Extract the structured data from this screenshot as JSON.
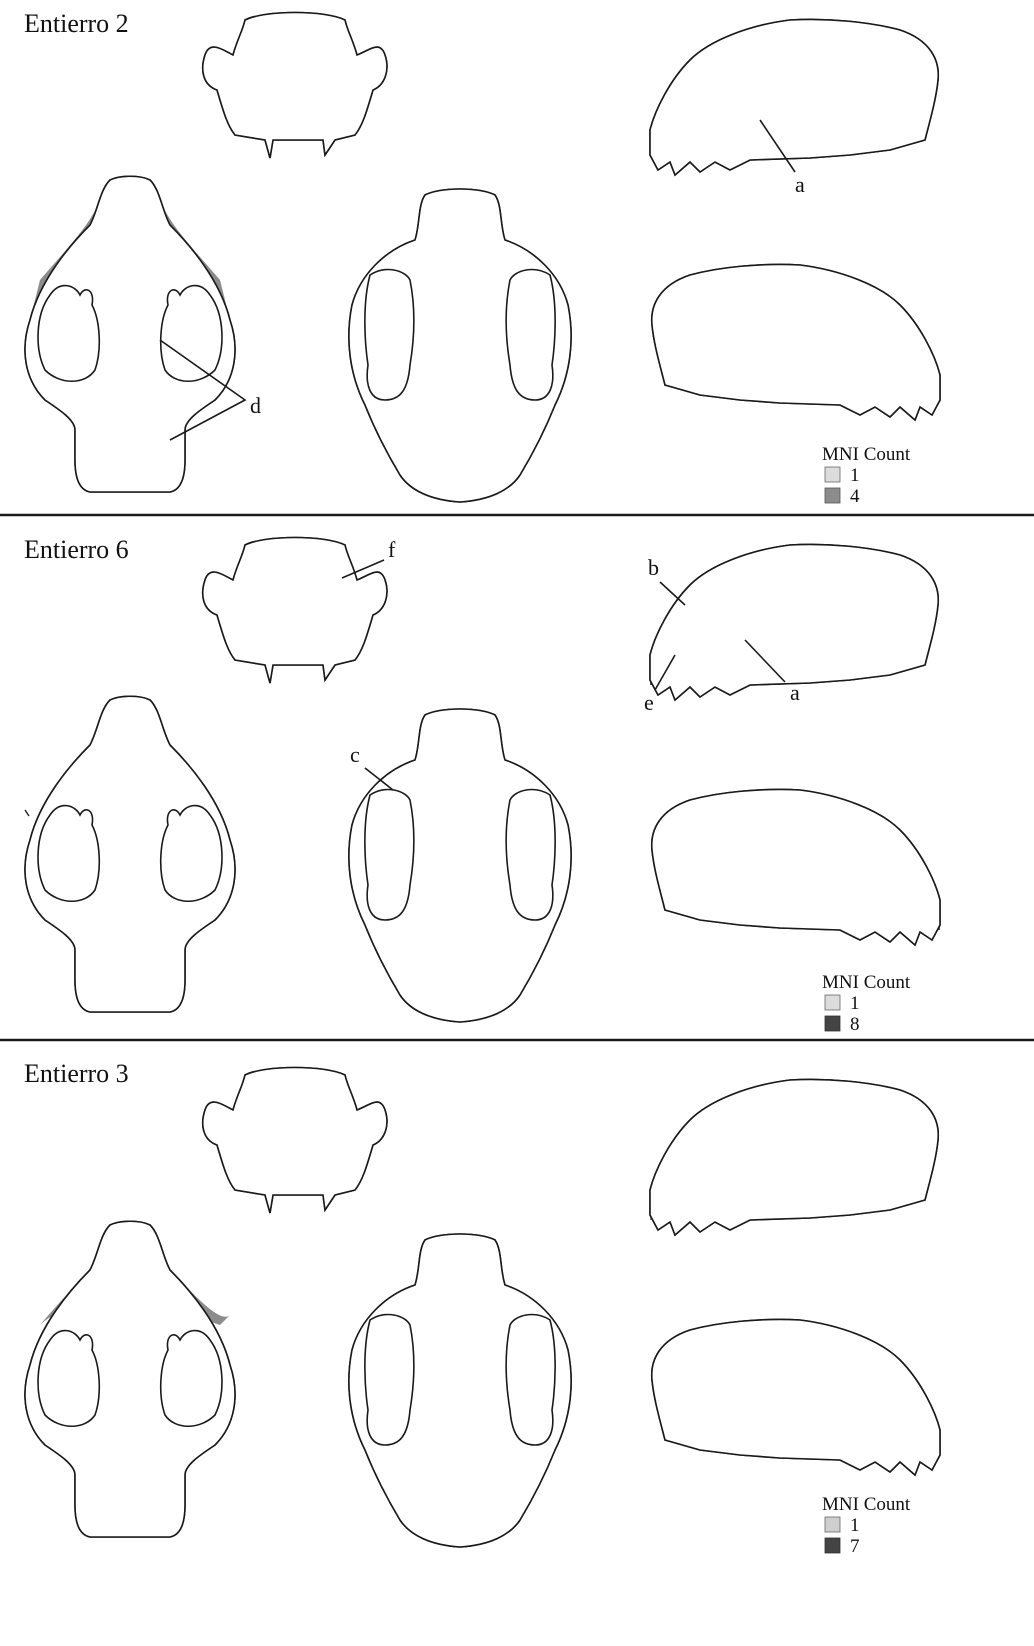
{
  "panels": [
    {
      "title": "Entierro 2",
      "annotations": [
        "a",
        "d"
      ],
      "legend": {
        "title": "MNI Count",
        "min_label": "1",
        "max_label": "4",
        "min_color": "#dcdcdc",
        "max_color": "#8c8c8c"
      }
    },
    {
      "title": "Entierro 6",
      "annotations": [
        "f",
        "b",
        "a",
        "e",
        "c"
      ],
      "legend": {
        "title": "MNI Count",
        "min_label": "1",
        "max_label": "8",
        "min_color": "#dcdcdc",
        "max_color": "#444444"
      }
    },
    {
      "title": "Entierro 3",
      "annotations": [],
      "legend": {
        "title": "MNI Count",
        "min_label": "1",
        "max_label": "7",
        "min_color": "#cfcfcf",
        "max_color": "#444444"
      }
    }
  ],
  "colors": {
    "light": "#dcdcdc",
    "mid": "#b4b4b4",
    "dark": "#8c8c8c",
    "darkest": "#555555",
    "outline": "#1a1a1a"
  }
}
